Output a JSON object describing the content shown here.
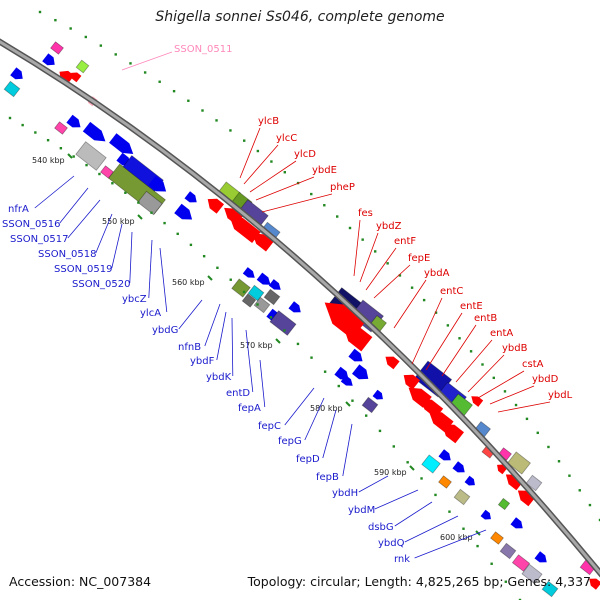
{
  "title": "Shigella sonnei Ss046, complete genome",
  "footer": {
    "accession": "Accession: NC_007384",
    "summary": "Topology: circular; Length: 4,825,265 bp; Genes: 4,337"
  },
  "colors": {
    "backbone": "#888888",
    "forward_gene": "#0000ee",
    "reverse_gene": "#ff0000",
    "forward_label": "#1a1acc",
    "reverse_label": "#dd0000",
    "pink_label": "#ff88bb",
    "tick": "#228822"
  },
  "kbp_labels": [
    "540 kbp",
    "550 kbp",
    "560 kbp",
    "570 kbp",
    "580 kbp",
    "590 kbp",
    "600 kbp"
  ],
  "left_labels": [
    "nfrA",
    "SSON_0516",
    "SSON_0517",
    "SSON_0518",
    "SSON_0519",
    "SSON_0520",
    "ybcZ",
    "ylcA",
    "ybdG",
    "nfnB",
    "ybdF",
    "ybdK",
    "entD",
    "fepA",
    "fepC",
    "fepG",
    "fepD",
    "fepB",
    "ybdH",
    "ybdM",
    "dsbG",
    "ybdQ",
    "rnk"
  ],
  "right_labels": [
    "ylcB",
    "ylcC",
    "ylcD",
    "ybdE",
    "pheP",
    "fes",
    "ybdZ",
    "entF",
    "fepE",
    "ybdA",
    "entC",
    "entE",
    "entB",
    "entA",
    "ybdB",
    "cstA",
    "ybdD",
    "ybdL"
  ],
  "top_label": "SSON_0511"
}
